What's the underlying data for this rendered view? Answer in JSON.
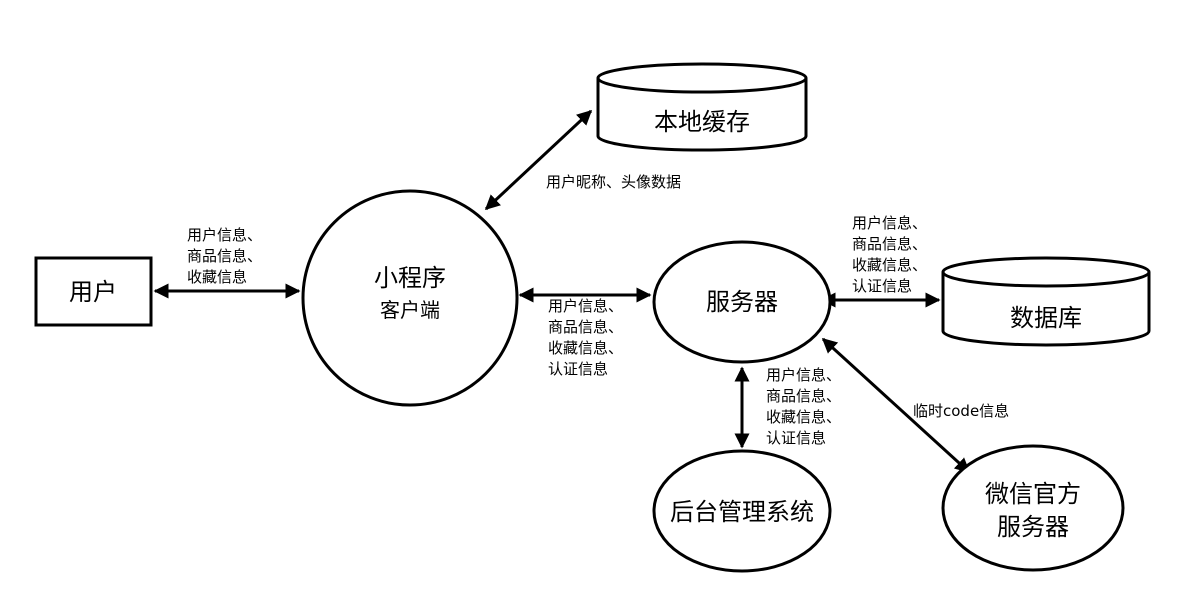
{
  "nodes": {
    "user": "用户",
    "miniprogram": "小程序",
    "miniprogram_sub": "客户端",
    "local_cache": "本地缓存",
    "server": "服务器",
    "database": "数据库",
    "admin": "后台管理系统",
    "wechat_line1": "微信官方",
    "wechat_line2": "服务器"
  },
  "edges": {
    "user_mp": [
      "用户信息、",
      "商品信息、",
      "收藏信息"
    ],
    "mp_cache": "用户昵称、头像数据",
    "mp_server": [
      "用户信息、",
      "商品信息、",
      "收藏信息、",
      "认证信息"
    ],
    "server_db": [
      "用户信息、",
      "商品信息、",
      "收藏信息、",
      "认证信息"
    ],
    "server_admin": [
      "用户信息、",
      "商品信息、",
      "收藏信息、",
      "认证信息"
    ],
    "server_wechat": "临时code信息"
  }
}
